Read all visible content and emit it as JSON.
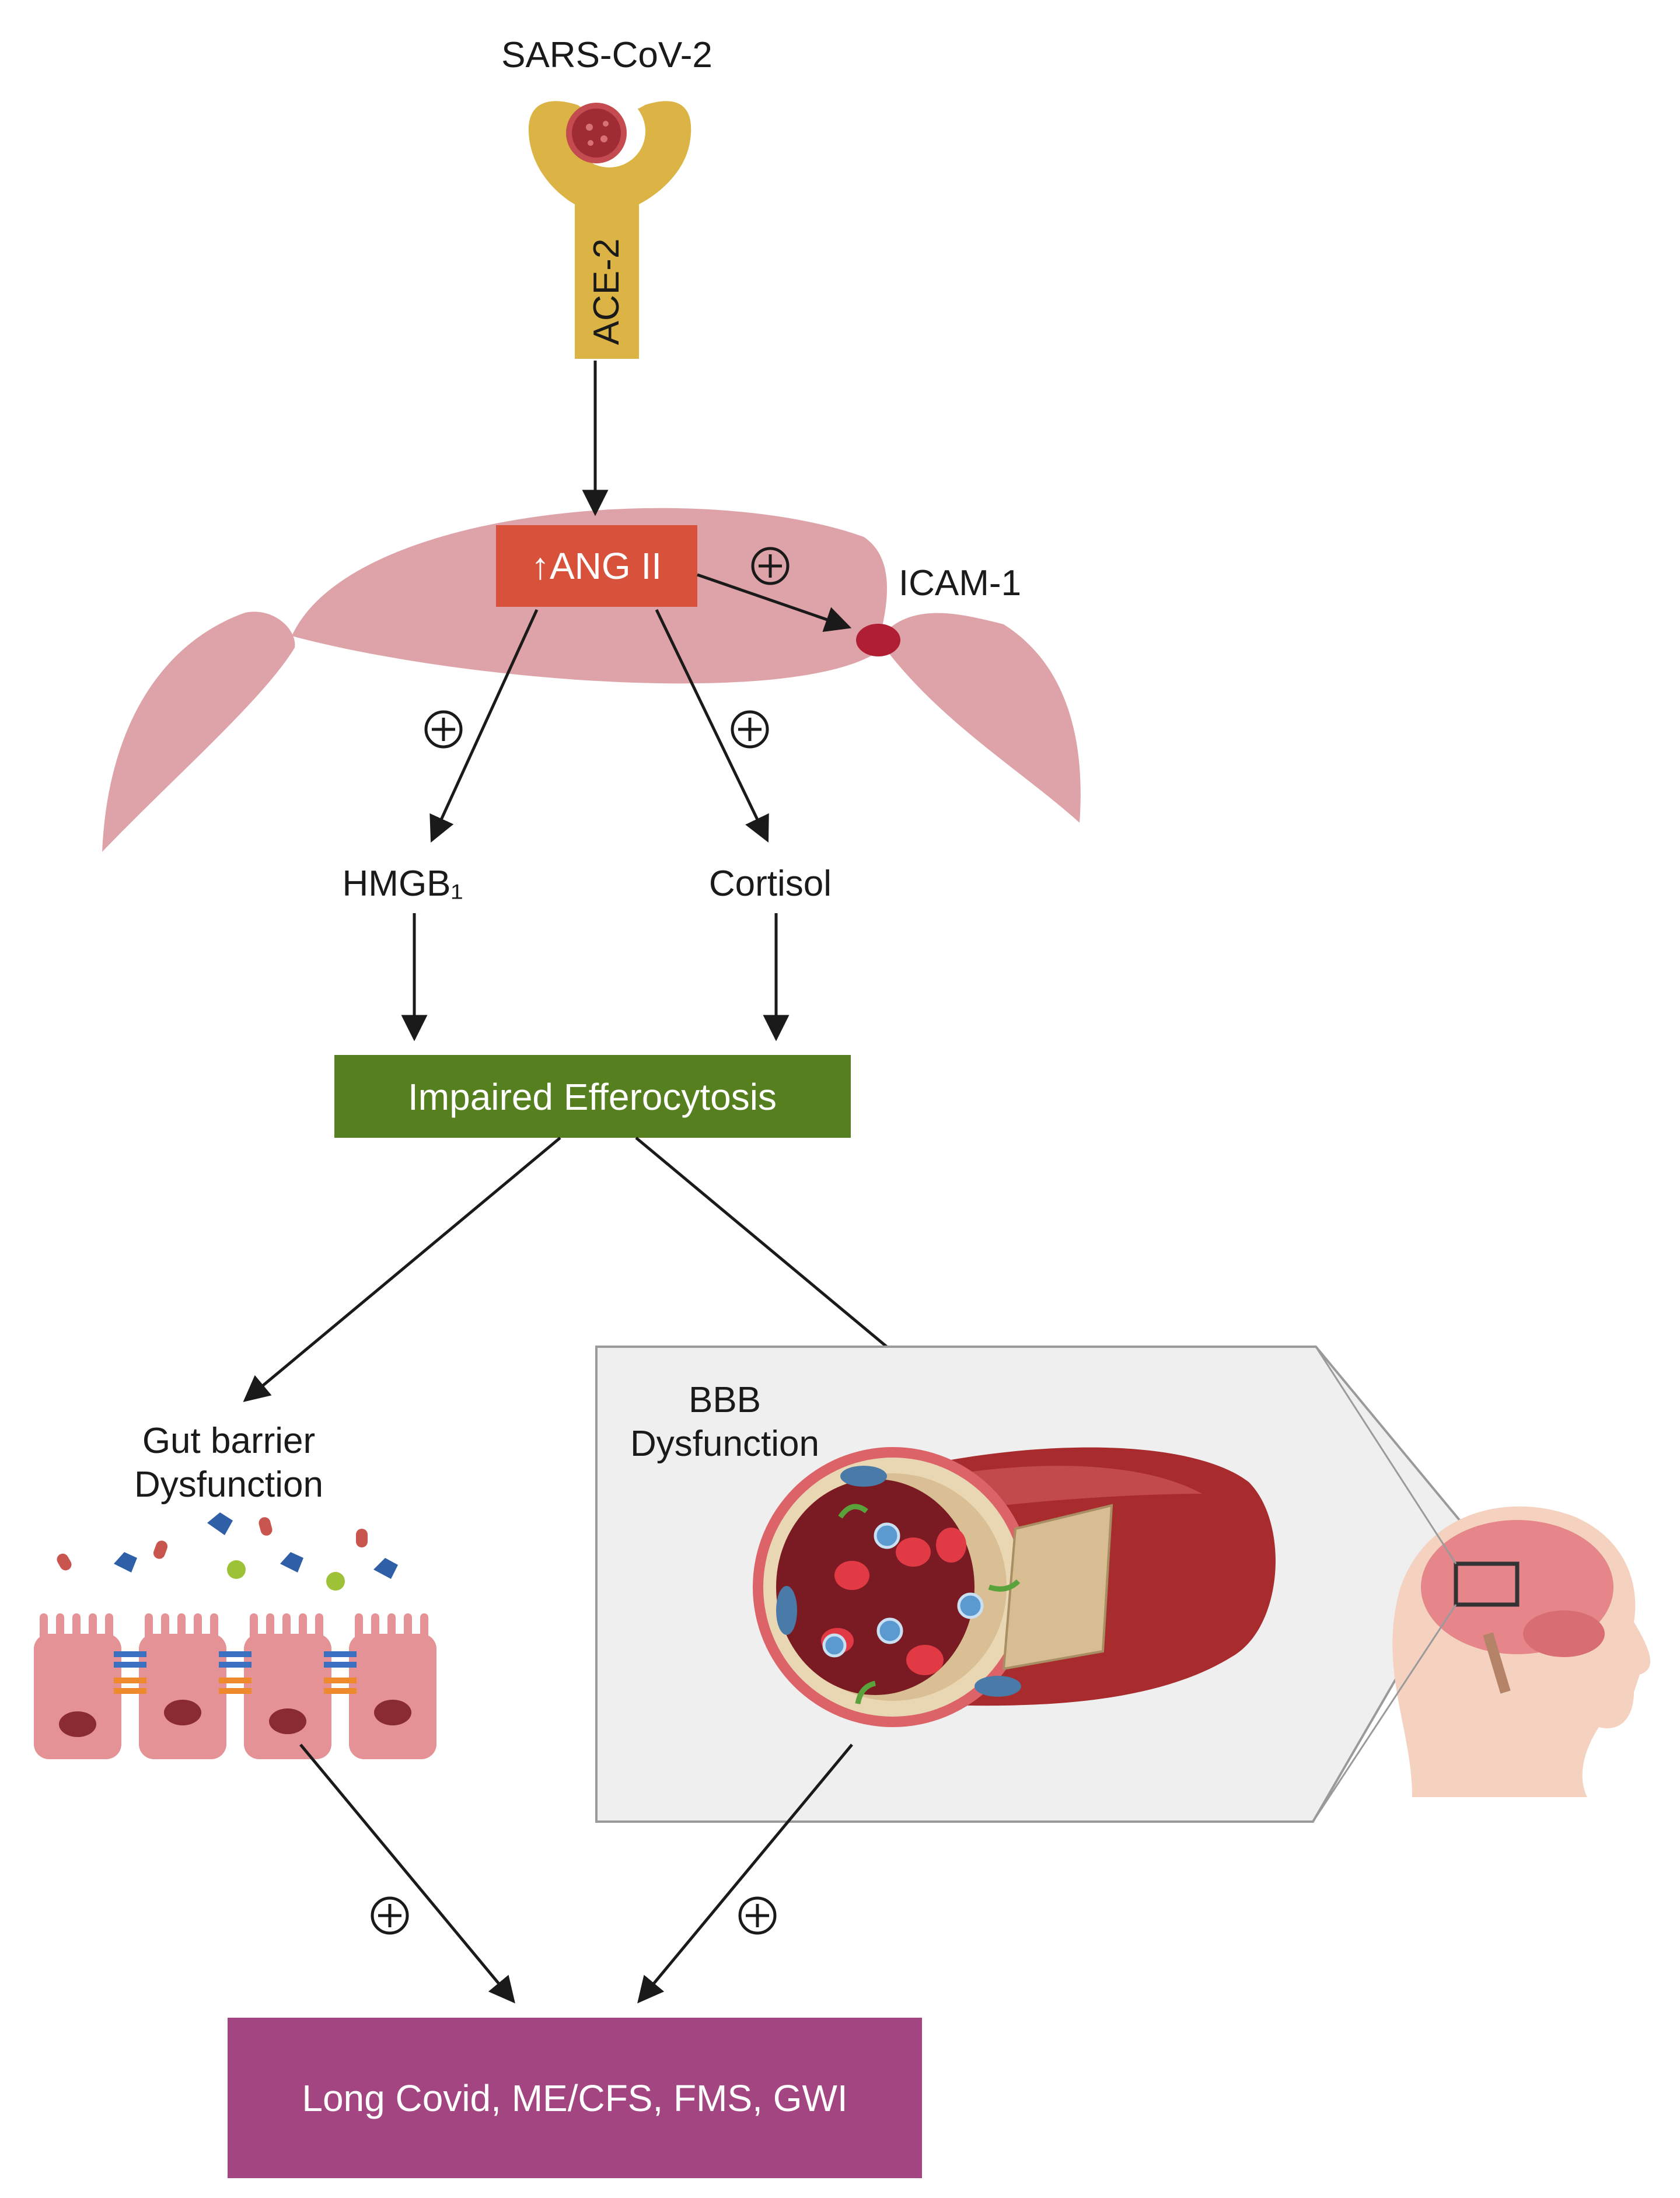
{
  "virus": {
    "label": "SARS-CoV-2"
  },
  "receptor": {
    "label": "ACE-2"
  },
  "ang": {
    "label": "↑ANG II"
  },
  "icam": {
    "label": "ICAM-1"
  },
  "hmgb": {
    "label": "HMGB₁"
  },
  "cortisol": {
    "label": "Cortisol"
  },
  "efferocytosis": {
    "label": "Impaired Efferocytosis"
  },
  "gut": {
    "line1": "Gut barrier",
    "line2": "Dysfunction"
  },
  "bbb": {
    "line1": "BBB",
    "line2": "Dysfunction"
  },
  "outcome": {
    "label": "Long Covid, ME/CFS, FMS, GWI"
  },
  "colors": {
    "cell": "#dea3a8",
    "ang_box": "#d8513b",
    "efferocytosis_box": "#56801f",
    "outcome_box": "#a24581",
    "receptor": "#dbb445",
    "icam": "#b01e34"
  }
}
